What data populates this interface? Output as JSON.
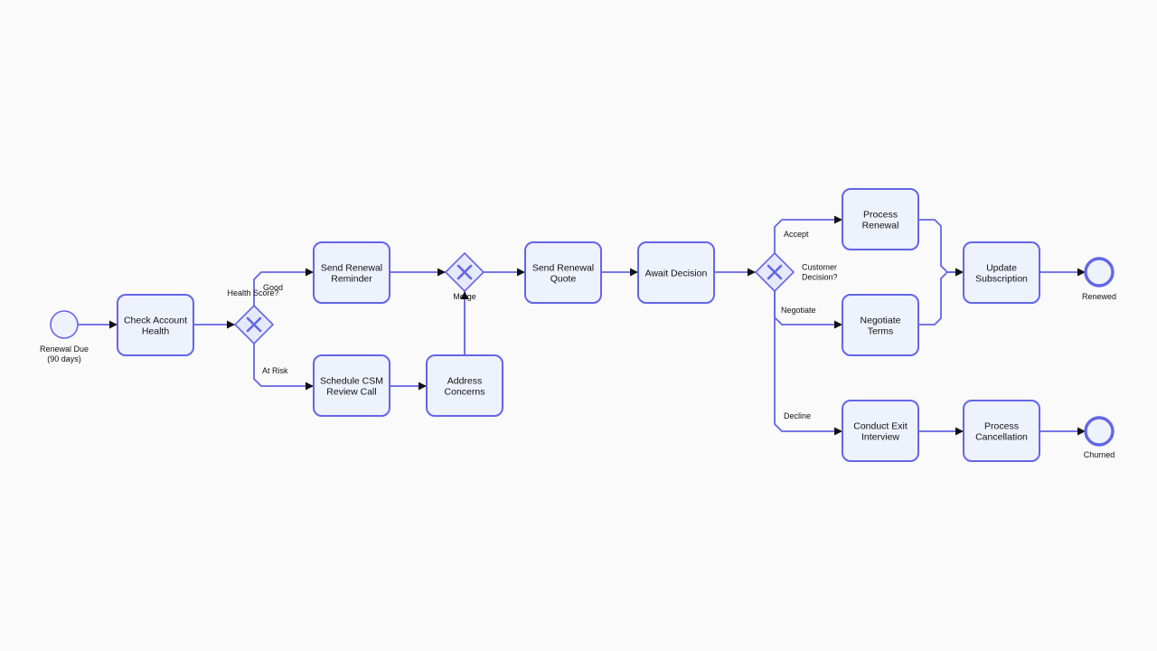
{
  "diagram": {
    "events": [
      {
        "id": "start",
        "kind": "start",
        "label": [
          "Renewal Due",
          "(90 days)"
        ]
      },
      {
        "id": "end_renewed",
        "kind": "end",
        "label": [
          "Renewed"
        ]
      },
      {
        "id": "end_churned",
        "kind": "end",
        "label": [
          "Churned"
        ]
      }
    ],
    "tasks": [
      {
        "id": "check",
        "label": [
          "Check Account",
          "Health"
        ]
      },
      {
        "id": "reminder",
        "label": [
          "Send Renewal",
          "Reminder"
        ]
      },
      {
        "id": "csm",
        "label": [
          "Schedule CSM",
          "Review Call"
        ]
      },
      {
        "id": "concerns",
        "label": [
          "Address",
          "Concerns"
        ]
      },
      {
        "id": "quote",
        "label": [
          "Send Renewal",
          "Quote"
        ]
      },
      {
        "id": "await",
        "label": [
          "Await Decision"
        ]
      },
      {
        "id": "process_renewal",
        "label": [
          "Process",
          "Renewal"
        ]
      },
      {
        "id": "negotiate",
        "label": [
          "Negotiate",
          "Terms"
        ]
      },
      {
        "id": "exit",
        "label": [
          "Conduct Exit",
          "Interview"
        ]
      },
      {
        "id": "update",
        "label": [
          "Update",
          "Subscription"
        ]
      },
      {
        "id": "cancel",
        "label": [
          "Process",
          "Cancellation"
        ]
      }
    ],
    "gateways": [
      {
        "id": "g_health",
        "type": "exclusive",
        "label": [
          "Health Score?"
        ]
      },
      {
        "id": "g_merge",
        "type": "exclusive",
        "label": [
          "Merge"
        ]
      },
      {
        "id": "g_decision",
        "type": "exclusive",
        "label": [
          "Customer",
          "Decision?"
        ]
      }
    ],
    "flows": [
      {
        "from": "start",
        "to": "check",
        "label": ""
      },
      {
        "from": "check",
        "to": "g_health",
        "label": ""
      },
      {
        "from": "g_health",
        "to": "reminder",
        "label": "Good"
      },
      {
        "from": "g_health",
        "to": "csm",
        "label": "At Risk"
      },
      {
        "from": "reminder",
        "to": "g_merge",
        "label": ""
      },
      {
        "from": "csm",
        "to": "concerns",
        "label": ""
      },
      {
        "from": "concerns",
        "to": "g_merge",
        "label": ""
      },
      {
        "from": "g_merge",
        "to": "quote",
        "label": ""
      },
      {
        "from": "quote",
        "to": "await",
        "label": ""
      },
      {
        "from": "await",
        "to": "g_decision",
        "label": ""
      },
      {
        "from": "g_decision",
        "to": "process_renewal",
        "label": "Accept"
      },
      {
        "from": "g_decision",
        "to": "negotiate",
        "label": "Negotiate"
      },
      {
        "from": "g_decision",
        "to": "exit",
        "label": "Decline"
      },
      {
        "from": "process_renewal",
        "to": "update",
        "label": ""
      },
      {
        "from": "negotiate",
        "to": "update",
        "label": ""
      },
      {
        "from": "update",
        "to": "end_renewed",
        "label": ""
      },
      {
        "from": "exit",
        "to": "cancel",
        "label": ""
      },
      {
        "from": "cancel",
        "to": "end_churned",
        "label": ""
      }
    ],
    "colors": {
      "stroke": "#6366e6",
      "fill": "#eef2fd",
      "background": "#fafafa"
    }
  }
}
